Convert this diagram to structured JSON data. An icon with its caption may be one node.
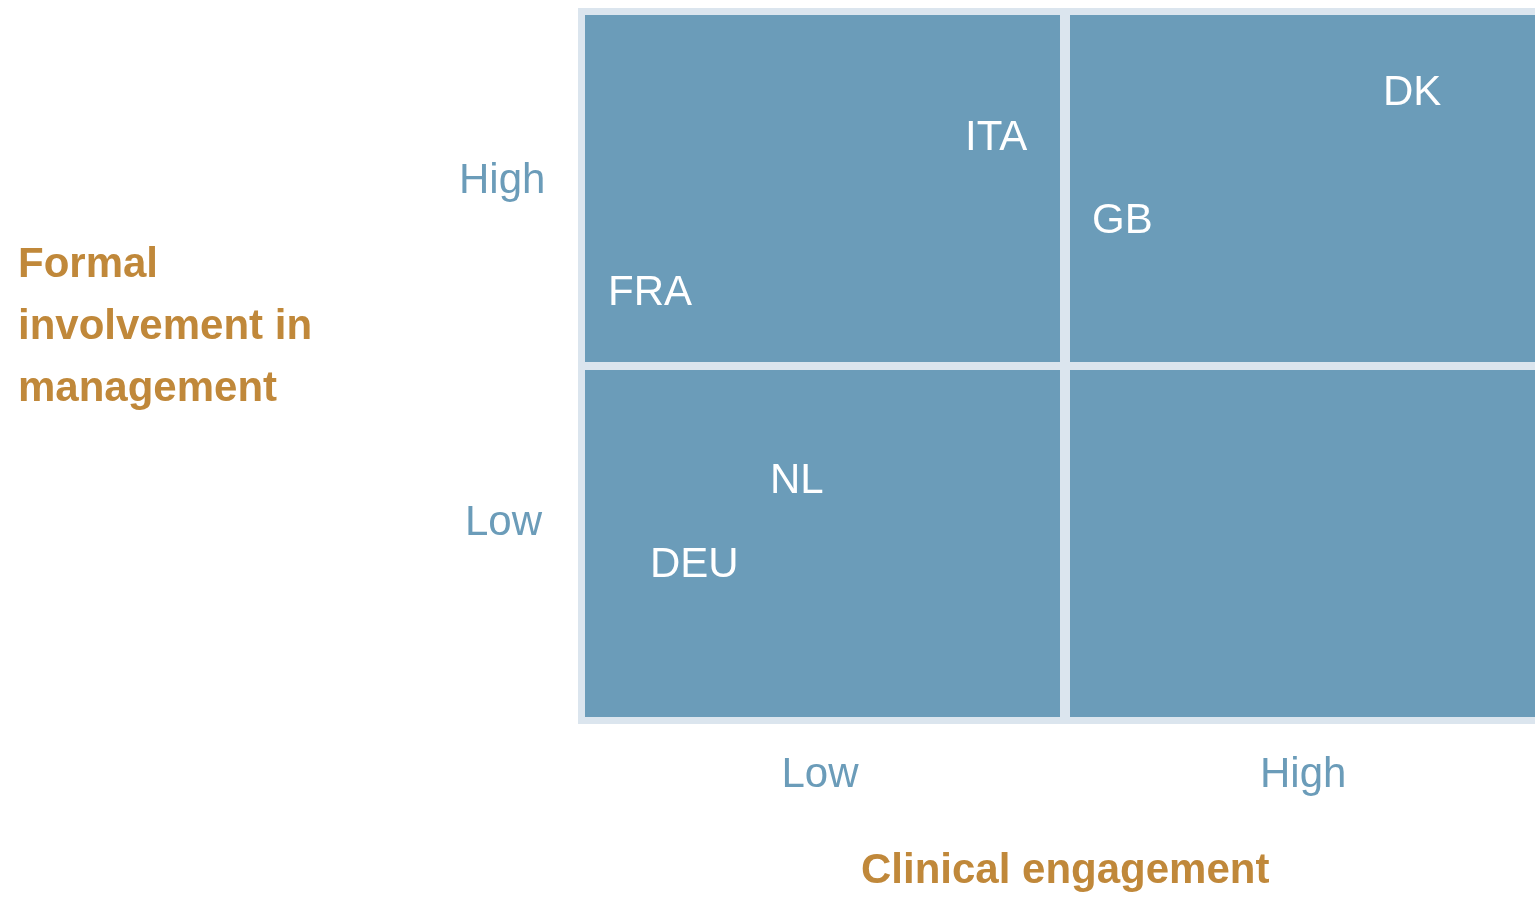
{
  "diagram": {
    "nodes": [
      {
        "text": [
          "ITA",
          "FRA"
        ]
      },
      {
        "text": [
          "DK",
          "GB"
        ]
      },
      {
        "text": [
          "NL",
          "DEU"
        ]
      },
      {
        "text": [],
        "shape": "box"
      }
    ],
    "labels": [
      "Formal involvement in management",
      "High",
      "Low",
      "Low",
      "High",
      "Clinical engagement"
    ]
  }
}
